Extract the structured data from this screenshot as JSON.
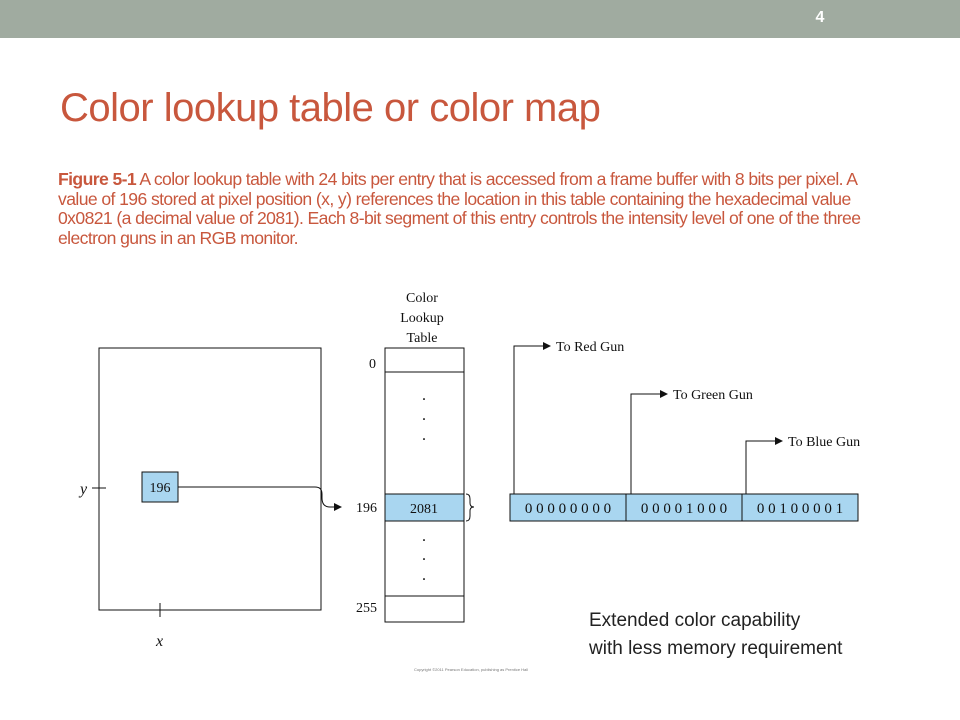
{
  "slide": {
    "number": "4",
    "title": "Color lookup table or color map",
    "caption_prefix": "Figure 5-1",
    "caption_body": "  A color lookup table with 24 bits per entry that is accessed from a frame buffer with 8 bits per pixel. A value of 196 stored at pixel position (x, y) references the location in this table containing the hexadecimal value 0x0821 (a decimal value of 2081). Each 8-bit segment of this entry controls the intensity level of one of the three electron guns in an RGB monitor.",
    "note_line1": "Extended color capability",
    "note_line2": "with less memory requirement"
  },
  "diagram": {
    "frame_buffer": {
      "pixel_value": "196",
      "y_label": "y",
      "x_label": "x"
    },
    "lookup_table": {
      "title_line1": "Color",
      "title_line2": "Lookup",
      "title_line3": "Table",
      "index_top": "0",
      "index_selected": "196",
      "index_bottom": "255",
      "selected_value": "2081",
      "ellipsis": "."
    },
    "entry_bits": {
      "red": "0 0 0 0 0 0 0 0",
      "green": "0 0 0 0 1 0 0 0",
      "blue": "0 0 1 0 0 0 0 1"
    },
    "guns": {
      "red": "To Red Gun",
      "green": "To Green Gun",
      "blue": "To Blue Gun"
    },
    "copyright": "Copyright ©2011 Pearson Education, publishing as Prentice Hall"
  },
  "colors": {
    "title": "#c8573d",
    "topbar": "#a0aba0",
    "highlight_fill": "#a9d6f0"
  }
}
